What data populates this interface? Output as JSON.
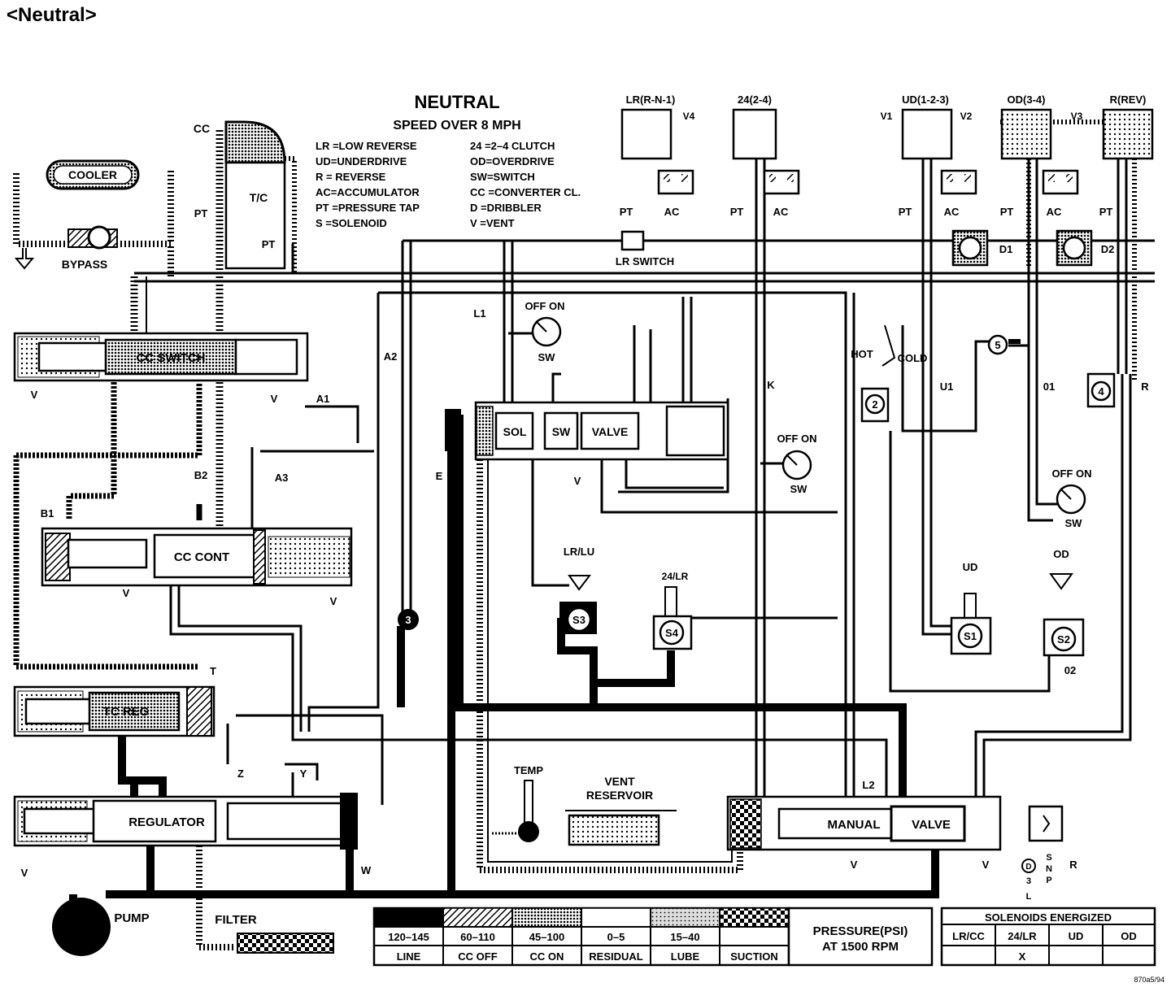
{
  "page_title": "<Neutral>",
  "diagram_title": "NEUTRAL",
  "diagram_subtitle": "SPEED OVER 8 MPH",
  "legend_abbrev": [
    "LR =LOW REVERSE",
    "UD=UNDERDRIVE",
    "R  = REVERSE",
    "AC=ACCUMULATOR",
    "PT =PRESSURE TAP",
    "S   =SOLENOID",
    "24 =2–4 CLUTCH",
    "OD=OVERDRIVE",
    "SW=SWITCH",
    "CC =CONVERTER CL.",
    "D   =DRIBBLER",
    "V    =VENT"
  ],
  "clutches": {
    "lr": "LR(R-N-1)",
    "c24": "24(2-4)",
    "ud": "UD(1-2-3)",
    "od": "OD(3-4)",
    "rev": "R(REV)"
  },
  "labels": {
    "cc": "CC",
    "tc": "T/C",
    "pt": "PT",
    "ac": "AC",
    "cooler": "COOLER",
    "bypass": "BYPASS",
    "cc_switch": "CC SWITCH",
    "cc_cont": "CC CONT",
    "tc_reg": "TC REG",
    "regulator": "REGULATOR",
    "pump": "PUMP",
    "filter": "FILTER",
    "lr_switch": "LR SWITCH",
    "sol": "SOL",
    "sw": "SW",
    "valve": "VALVE",
    "off_on": "OFF   ON",
    "manual": "MANUAL",
    "temp": "TEMP",
    "vent": "VENT",
    "reservoir": "RESERVOIR",
    "hot": "HOT",
    "cold": "COLD",
    "v": "V",
    "v1": "V1",
    "v2": "V2",
    "v3": "V3",
    "v4": "V4",
    "a1": "A1",
    "a2": "A2",
    "a3": "A3",
    "b1": "B1",
    "b2": "B2",
    "e": "E",
    "k": "K",
    "l1": "L1",
    "l2": "L2",
    "u1": "U1",
    "o1": "01",
    "r": "R",
    "t": "T",
    "w": "W",
    "y": "Y",
    "z": "Z",
    "d1": "D1",
    "d2": "D2",
    "o2": "02",
    "lr_lu": "LR/LU",
    "s24_lr": "24/LR",
    "ud": "UD",
    "od": "OD",
    "s1": "S1",
    "s2": "S2",
    "s3": "S3",
    "s4": "S4",
    "n2": "2",
    "n3": "3",
    "n4": "4",
    "n5": "5",
    "gear_d": "D",
    "gear_3": "3",
    "gear_l": "L",
    "gear_s": "S",
    "gear_n": "N",
    "gear_p": "P",
    "gear_r": "R",
    "figure_number": "870a5/94"
  },
  "pressure_legend": {
    "title_line1": "PRESSURE(PSI)",
    "title_line2": "AT 1500 RPM",
    "columns": [
      {
        "range": "120–145",
        "name": "LINE",
        "pattern": "black"
      },
      {
        "range": "60–110",
        "name": "CC OFF",
        "pattern": "hatch"
      },
      {
        "range": "45–100",
        "name": "CC ON",
        "pattern": "dots-dense"
      },
      {
        "range": "0–5",
        "name": "RESIDUAL",
        "pattern": "white"
      },
      {
        "range": "15–40",
        "name": "LUBE",
        "pattern": "dots-fine"
      },
      {
        "range": "",
        "name": "SUCTION",
        "pattern": "checker"
      }
    ]
  },
  "solenoids_table": {
    "title": "SOLENOIDS ENERGIZED",
    "headers": [
      "LR/CC",
      "24/LR",
      "UD",
      "OD"
    ],
    "row": [
      "",
      "X",
      "",
      ""
    ]
  }
}
